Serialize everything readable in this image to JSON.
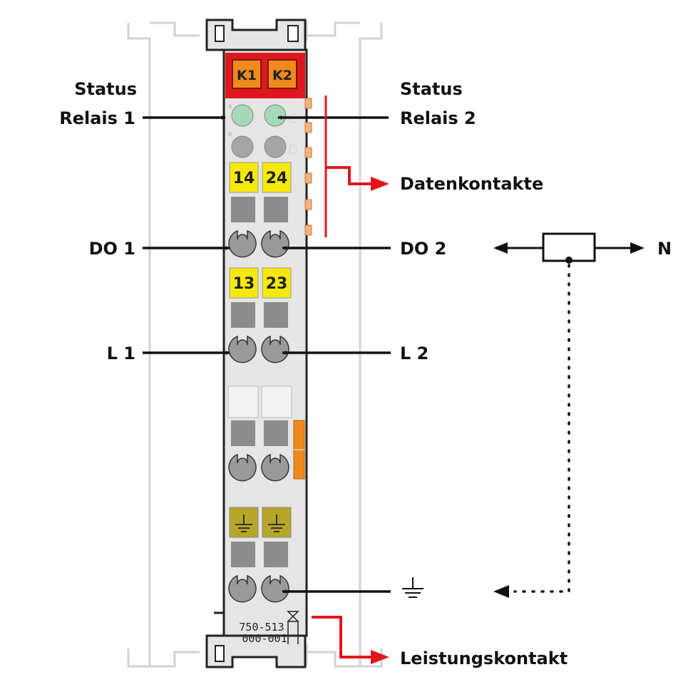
{
  "labels": {
    "status_left": "Status",
    "relais_1": "Relais 1",
    "status_right": "Status",
    "relais_2": "Relais 2",
    "datenkontakte": "Datenkontakte",
    "do1": "DO 1",
    "do2": "DO 2",
    "n": "N",
    "l1": "L 1",
    "l2": "L 2",
    "leistungskontakt": "Leistungskontakt"
  },
  "module": {
    "k1": "K1",
    "k2": "K2",
    "led_a": "A",
    "led_b": "B",
    "led_c": "C",
    "led_d": "D",
    "t14": "14",
    "t24": "24",
    "t13": "13",
    "t23": "23",
    "part_line1": "750-513",
    "part_line2": "000-001"
  },
  "colors": {
    "relay_header": "#e0161e",
    "relay_button": "#f08a1e",
    "marker_yellow": "#f5e90f",
    "ground_marker": "#b7a628",
    "led_green": "#a6d9b9",
    "led_gray": "#a6a6a6",
    "housing": "#e6e6e6",
    "annotation_red": "#e0161e"
  },
  "icons": {
    "ground": "ground-icon"
  }
}
